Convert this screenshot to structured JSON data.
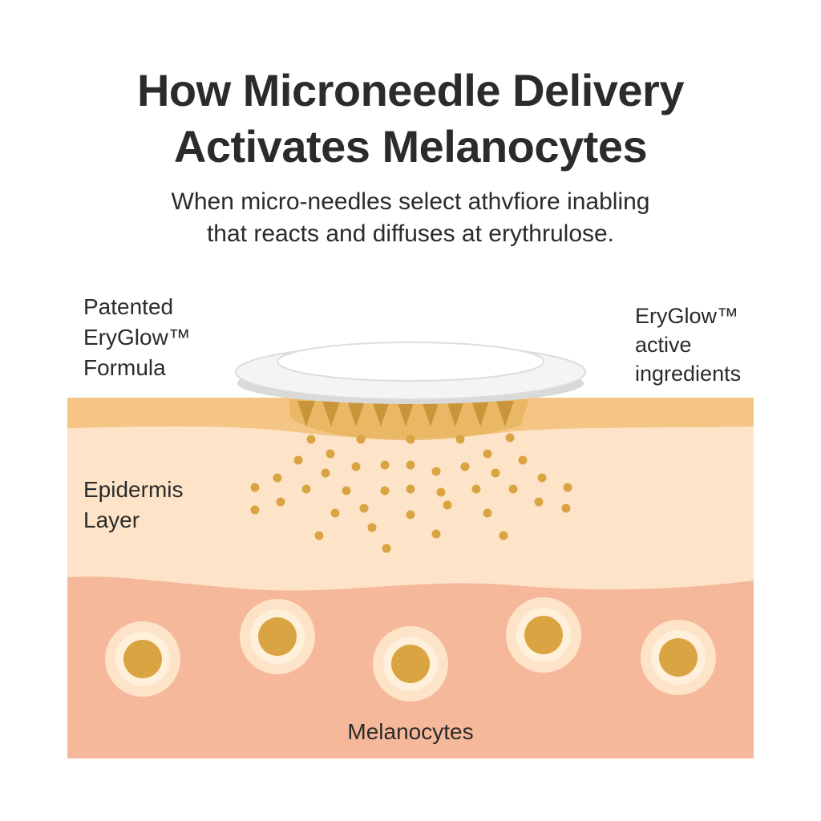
{
  "title": {
    "line1": "How Microneedle Delivery",
    "line2": "Activates Melanocytes"
  },
  "subtitle": {
    "line1": "When micro-needles select athvfiore inabling",
    "line2": "that reacts and diffuses at erythrulose."
  },
  "labels": {
    "formula": [
      "Patented",
      "EryGlow™",
      "Formula"
    ],
    "active_ingredients": [
      "EryGlow™",
      "active",
      "ingredients"
    ],
    "epidermis": [
      "Epidermis",
      "Layer"
    ],
    "melanocytes": "Melanocytes"
  },
  "colors": {
    "surface_layer": "#f5c585",
    "epidermis": "#fde4c8",
    "dermis": "#f6b89a",
    "particle": "#d9a441",
    "cell_outer": "#fde4c8",
    "cell_nucleus": "#d9a441",
    "patch": "#f4f4f4"
  },
  "melanocyte_count": 5,
  "microneedle_count": 9
}
